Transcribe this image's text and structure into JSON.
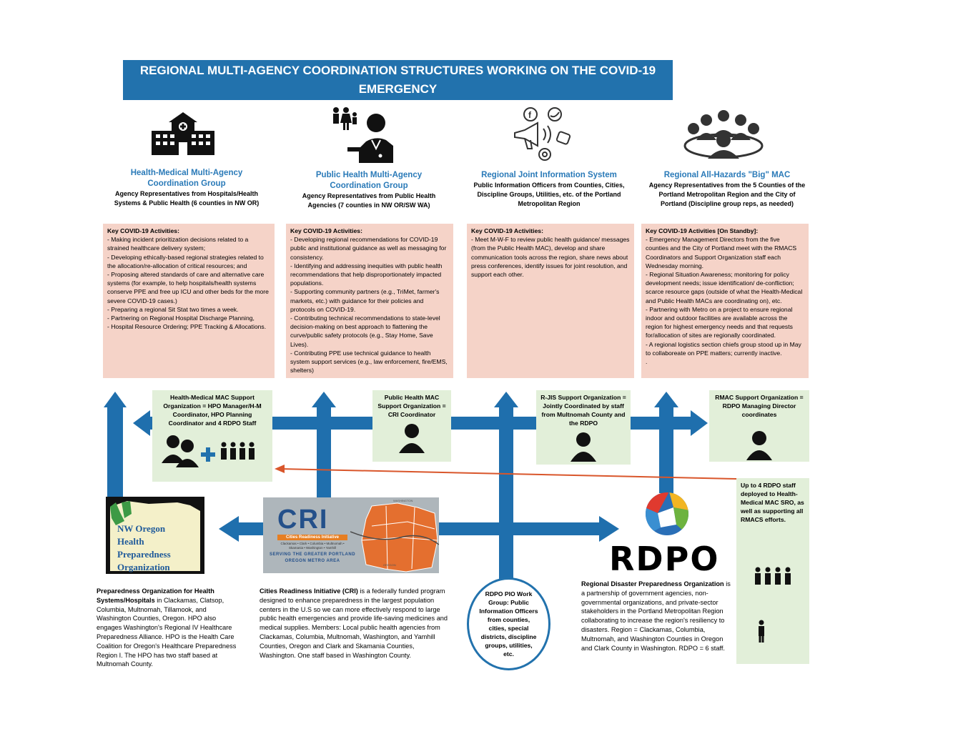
{
  "title": "REGIONAL MULTI-AGENCY COORDINATION STRUCTURES WORKING ON THE COVID-19 EMERGENCY",
  "groups": [
    {
      "icon": "hospital-icon",
      "title": "Health-Medical Multi-Agency Coordination Group",
      "subtitle": "Agency Representatives from Hospitals/Health Systems & Public Health (6 counties in NW OR)",
      "activities_title": "Key COVID-19 Activities:",
      "activities": [
        "- Making incident prioritization decisions related to a strained healthcare delivery system;",
        "- Developing ethically-based regional strategies related to the allocation/re-allocation of critical resources; and",
        "- Proposing altered standards of care and alternative care systems (for example, to help hospitals/health systems conserve PPE and free up ICU and other beds for the more severe COVID-19 cases.)",
        "- Preparing a regional Sit Stat two times a week.",
        "- Partnering on Regional Hospital Discharge Planning,",
        "- Hospital Resource Ordering; PPE Tracking & Allocations."
      ]
    },
    {
      "icon": "public-health-icon",
      "title": "Public Health Multi-Agency Coordination Group",
      "subtitle": "Agency Representatives from Public Health Agencies (7 counties in NW OR/SW WA)",
      "activities_title": "Key COVID-19 Activities:",
      "activities": [
        "- Developing regional recommendations for COVID-19 public and institutional guidance as well as messaging for consistency.",
        "- Identifying and addressing inequities with public health recommendations that help disproportionately impacted populations.",
        "- Supporting community partners (e.g., TriMet, farmer's markets, etc.) with guidance for their policies and protocols on COVID-19.",
        "- Contributing technical recommendations to state-level decision-making on best approach to flattening the curve/public safety protocols (e.g., Stay Home, Save Lives).",
        "- Contributing PPE use technical guidance to health system support services (e.g., law enforcement, fire/EMS, shelters)"
      ]
    },
    {
      "icon": "social-media-icon",
      "title": "Regional Joint Information System",
      "subtitle": "Public Information Officers from Counties, Cities, Discipline Groups, Utilities, etc. of the Portland Metropolitan Region",
      "activities_title": "Key COVID-19 Activities:",
      "activities": [
        "- Meet M-W-F to review public health guidance/ messages (from the Public Health MAC), develop and share communication tools across the region, share news about press conferences, identify issues for joint resolution, and support each other."
      ]
    },
    {
      "icon": "group-meeting-icon",
      "title": "Regional All-Hazards \"Big\" MAC",
      "subtitle": "Agency Representatives from the 5 Counties of the Portland Metropolitan Region and the City of Portland (Discipline group reps, as needed)",
      "activities_title": "Key COVID-19 Activities [On Standby]:",
      "activities": [
        "- Emergency Management Directors from the five counties and the City of Portland meet with the RMACS Coordinators and Support Organization staff each Wednesday morning.",
        "- Regional Situation Awareness; monitoring for policy development needs; issue identification/ de-confliction; scarce resource gaps (outside of what the Health-Medical and Public Health MACs are coordinating on), etc.",
        "- Partnering with Metro on a project to ensure regional indoor and outdoor facilities are available across the region for highest emergency needs and that requests for/allocation of sites are regionally coordinated.",
        "- A regional logistics section chiefs group stood up in May to collaboreate on PPE matters; currently inactive.",
        "."
      ]
    }
  ],
  "support": [
    {
      "text": "Health-Medical MAC Support Organization = HPO Manager/H-M Coordinator, HPO Planning Coordinator and 4 RDPO Staff"
    },
    {
      "text": "Public Health MAC Support Organization = CRI Coordinator"
    },
    {
      "text": "R-JIS Support Organization = Jointly Coordinated by staff from Multnomah County and the RDPO"
    },
    {
      "text": "RMAC Support Organization = RDPO Managing Director coordinates"
    }
  ],
  "rdpo_staff_note": "Up to 4 RDPO staff deployed to Health-Medical MAC SRO, as well as supporting all RMACS efforts.",
  "hpo_logo": {
    "line1": "NW Oregon",
    "line2": "Health",
    "line3": "Preparedness",
    "line4": "Organization"
  },
  "cri_logo": {
    "brand": "CRI",
    "banner": "Cities Readiness Initiative",
    "counties": "Clackamas • Clark • Columbia • Multnomah • Skamania • Washington • Yamhill",
    "tagline": "SERVING THE GREATER PORTLAND OREGON METRO AREA",
    "map_label_top": "WASHINGTON",
    "map_label_bottom": "OREGON"
  },
  "rdpo_logo": "RDPO",
  "pio_circle": "RDPO PIO Work Group: Public Information Officers from counties, cities, special districts, discipline groups, utilities, etc.",
  "descriptions": {
    "hpo_bold": "Preparedness Organization for Health Systems/Hospitals",
    "hpo_rest": " in Clackamas, Clatsop, Columbia, Multnomah, Tillamook, and Washington Counties, Oregon. HPO also engages Washington's Regional IV Healthcare Preparedness Alliance. HPO is the Health Care Coalition for Oregon's Healthcare Preparedness Region I. The HPO has two staff based at Multnomah County.",
    "cri_bold": "Cities Readiness Initiative (CRI)",
    "cri_rest": " is a federally funded program designed to enhance preparedness in the largest population centers in the U.S so we can more effectively respond to large public health emergencies and provide life-saving medicines and medical supplies. Members: Local public health agencies from Clackamas, Columbia, Multnomah, Washington, and Yamhill Counties, Oregon and Clark and Skamania Counties, Washington.  One staff based in Washington County.",
    "rdpo_bold": "Regional Disaster Preparedness Organization",
    "rdpo_rest": " is a partnership of government agencies, non-governmental organizations, and private-sector stakeholders in the Portland Metropolitan Region collaborating to increase the region's resiliency to disasters. Region = Clackamas, Columbia, Multnomah, and Washington Counties in Oregon and Clark County in Washington. RDPO = 6 staff."
  },
  "colors": {
    "banner": "#2272ad",
    "arrow": "#1f6fad",
    "group_title": "#2a7ab8",
    "activity_box": "#f5d3c8",
    "support_box": "#e2efd9",
    "connector": "#d9562b"
  }
}
